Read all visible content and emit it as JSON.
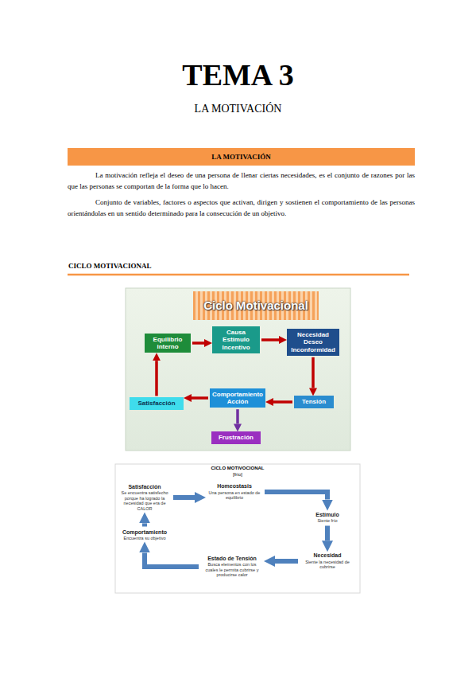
{
  "diagram": {
    "title": "TEMA 3",
    "nodes": [
      {
        "text": [
          "LA MOTIVACIÓN"
        ]
      },
      {
        "text": [
          "Ciclo Motivacional"
        ]
      },
      {
        "text": [
          "Equilibrio interno"
        ]
      },
      {
        "text": [
          "Causa Estímulo Incentivo"
        ]
      },
      {
        "text": [
          "Necesidad Deseo Inconformidad"
        ]
      },
      {
        "text": [
          "Tensión"
        ]
      },
      {
        "text": [
          "Comportamiento Acción"
        ]
      },
      {
        "text": [
          "Satisfacción"
        ]
      },
      {
        "text": [
          "Frustración"
        ]
      },
      {
        "text": [
          "Homeostasis",
          "Una persona en estado de equilibrio"
        ]
      },
      {
        "text": [
          "Estímulo",
          "Siente frío"
        ]
      },
      {
        "text": [
          "Necesidad",
          "Siente la necesidad de cubrirse"
        ]
      },
      {
        "text": [
          "Estado de Tensión",
          "Busca elementos con los cuales le permita cubrirse y producirse calor"
        ]
      },
      {
        "text": [
          "Comportamiento",
          "Encuentra su objetivo"
        ]
      },
      {
        "text": [
          "Satisfacción",
          "Se encuentra satisfecho porque ha logrado la necesidad que era de CALOR"
        ]
      }
    ],
    "edges": [
      {
        "from": 2,
        "to": 3,
        "arrow": "to"
      },
      {
        "from": 3,
        "to": 4,
        "arrow": "to"
      },
      {
        "from": 4,
        "to": 5,
        "arrow": "to"
      },
      {
        "from": 5,
        "to": 6,
        "arrow": "to"
      },
      {
        "from": 6,
        "to": 7,
        "arrow": "to"
      },
      {
        "from": 7,
        "to": 2,
        "arrow": "to"
      },
      {
        "from": 6,
        "to": 8,
        "arrow": "to"
      },
      {
        "from": 9,
        "to": 10,
        "arrow": "to"
      },
      {
        "from": 10,
        "to": 11,
        "arrow": "to"
      },
      {
        "from": 11,
        "to": 12,
        "arrow": "to"
      },
      {
        "from": 12,
        "to": 13,
        "arrow": "to"
      },
      {
        "from": 13,
        "to": 14,
        "arrow": "to"
      },
      {
        "from": 14,
        "to": 9,
        "arrow": "to"
      }
    ],
    "labels": [
      "LA MOTIVACIÓN",
      "La motivación refleja el deseo de una persona de llenar ciertas necesidades, es el conjunto de razones por las que las personas se comportan de la forma que lo hacen.",
      "Conjunto de variables, factores o aspectos que activan, dirigen y sostienen el comportamiento de las personas orientándolas en un sentido determinado para la consecución de un objetivo.",
      "CICLO MOTIVACIONAL",
      "CICLO MOTIVOCIONAL",
      "[frío]"
    ]
  }
}
